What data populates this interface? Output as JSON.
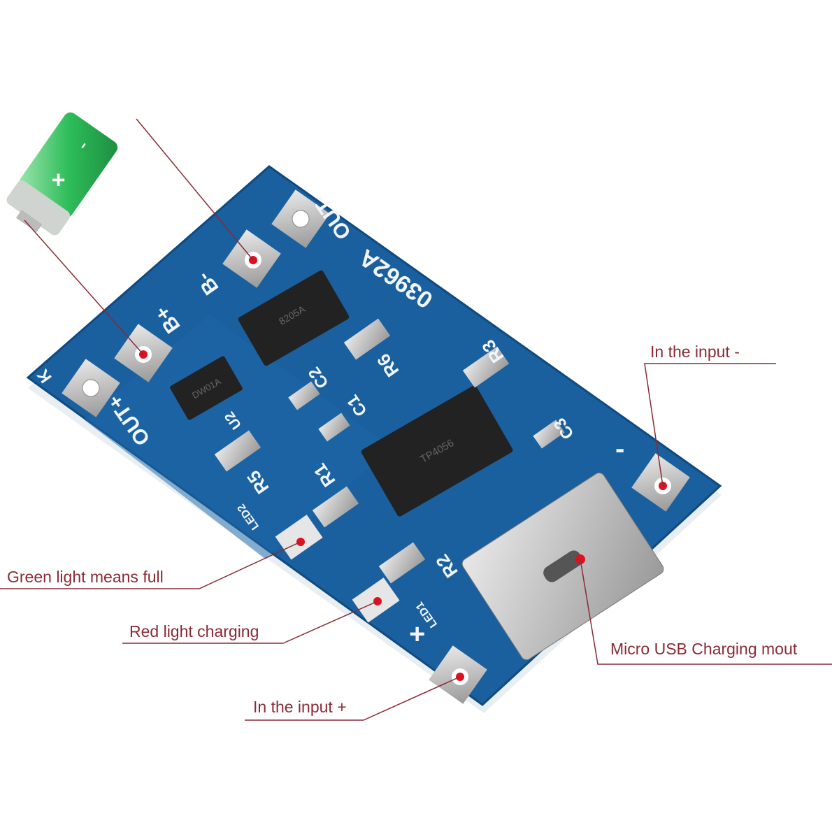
{
  "callouts": {
    "input_minus": "In the input -",
    "green_light": "Green light means full",
    "red_light": "Red light charging",
    "micro_usb": "Micro USB Charging mout",
    "input_plus": "In the input +"
  },
  "board": {
    "model": "03962A",
    "out_minus": "OUT-",
    "out_plus": "OUT+",
    "b_minus": "B-",
    "b_plus": "B+",
    "r1": "R1",
    "r2": "R2",
    "r3": "R3",
    "r5": "R5",
    "r6": "R6",
    "c1": "C1",
    "c2": "C2",
    "c3": "C3",
    "u2": "U2",
    "led1": "LED1",
    "led2": "LED2",
    "minus": "-",
    "plus": "+",
    "k": "K",
    "chip1": "8205A",
    "chip2": "DW01A",
    "chip3": "TP4056"
  },
  "battery": {
    "plus": "+",
    "minus": "-"
  },
  "colors": {
    "board": "#1a5f9e",
    "callout": "#8a2a35",
    "marker": "#e01020",
    "battery": "#2ebd5a"
  }
}
